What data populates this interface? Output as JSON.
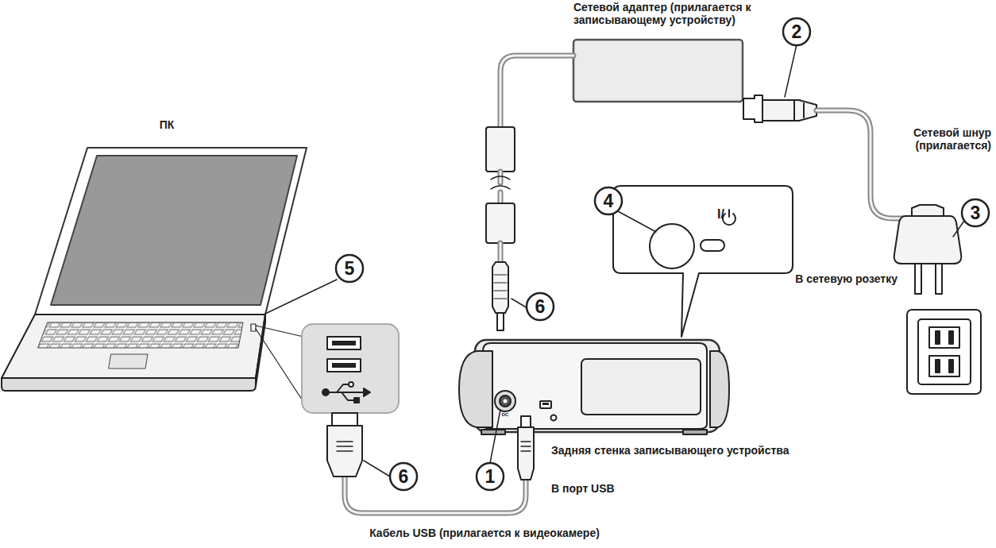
{
  "diagram": {
    "labels": [
      "Сетевой адаптер (прилагается к записывающему устройству)",
      "2",
      "ПК",
      "Сетевой шнур (прилагается)",
      "4",
      "I/",
      "5",
      "6",
      "3",
      "В сетевую розетку",
      "6",
      "1",
      "Задняя стенка записывающего устройства",
      "В порт USB",
      "Кабель USB (прилагается к видеокамере)",
      "DC"
    ]
  }
}
